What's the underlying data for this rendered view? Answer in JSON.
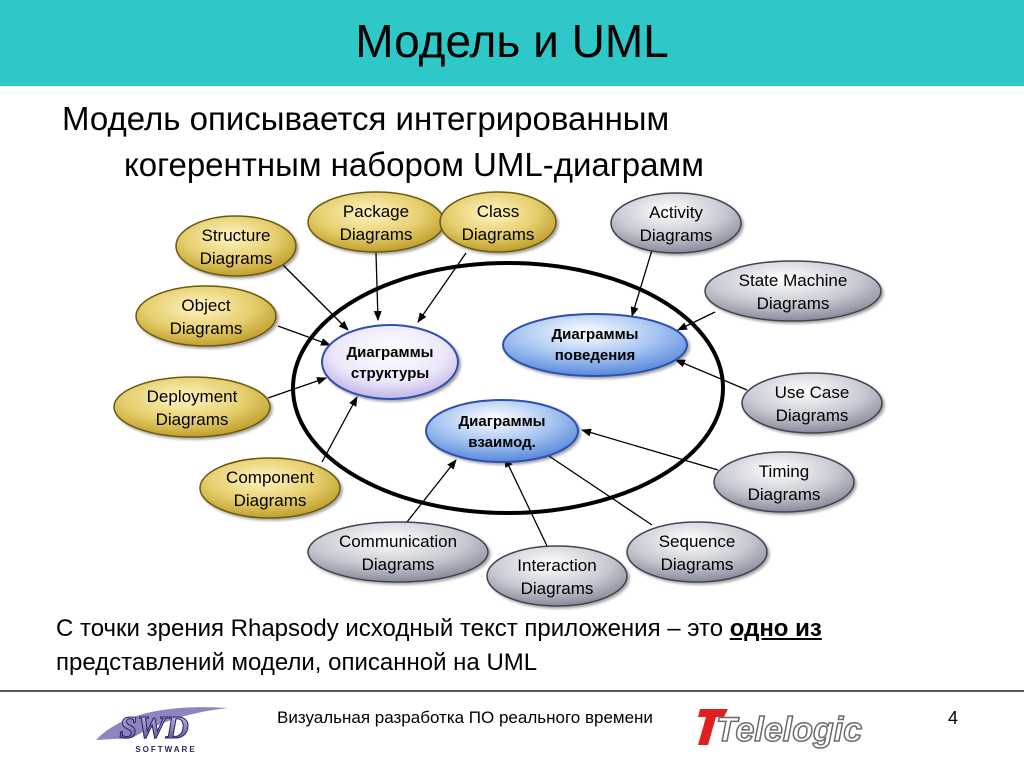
{
  "slide": {
    "title": "Модель и UML",
    "subtitle_line1": "Модель описывается интегрированным",
    "subtitle_line2": "когерентным набором UML-диаграмм",
    "bottom_prefix": "С точки зрения Rhapsody исходный текст приложения – это ",
    "bottom_bold": "одно из",
    "bottom_suffix": "представлений модели, описанной на UML",
    "footer": "Визуальная разработка ПО реального времени",
    "page_number": "4",
    "logo_left": "SWD",
    "logo_left_sub": "SOFTWARE",
    "logo_right": "Telelogic"
  },
  "diagram": {
    "central": {
      "structure": [
        "Диаграммы",
        "структуры"
      ],
      "behavior": [
        "Диаграммы",
        "поведения"
      ],
      "interaction": [
        "Диаграммы",
        "взаимод."
      ]
    },
    "structure_nodes": [
      [
        "Package",
        "Diagrams"
      ],
      [
        "Class",
        "Diagrams"
      ],
      [
        "Structure",
        "Diagrams"
      ],
      [
        "Object",
        "Diagrams"
      ],
      [
        "Deployment",
        "Diagrams"
      ],
      [
        "Component",
        "Diagrams"
      ]
    ],
    "behavior_nodes": [
      [
        "Activity",
        "Diagrams"
      ],
      [
        "State Machine",
        "Diagrams"
      ],
      [
        "Use Case",
        "Diagrams"
      ]
    ],
    "interaction_nodes": [
      [
        "Timing",
        "Diagrams"
      ],
      [
        "Sequence",
        "Diagrams"
      ],
      [
        "Interaction",
        "Diagrams"
      ],
      [
        "Communication",
        "Diagrams"
      ]
    ],
    "colors": {
      "title_bar": "#2ec8c8",
      "gold_light": "#fff4c2",
      "gold_dark": "#b8951f",
      "gray_light": "#ffffff",
      "gray_dark": "#7d8090",
      "blue_light": "#ffffff",
      "blue_dark": "#4b7fd8",
      "lilac": "#d8cdf0"
    }
  }
}
